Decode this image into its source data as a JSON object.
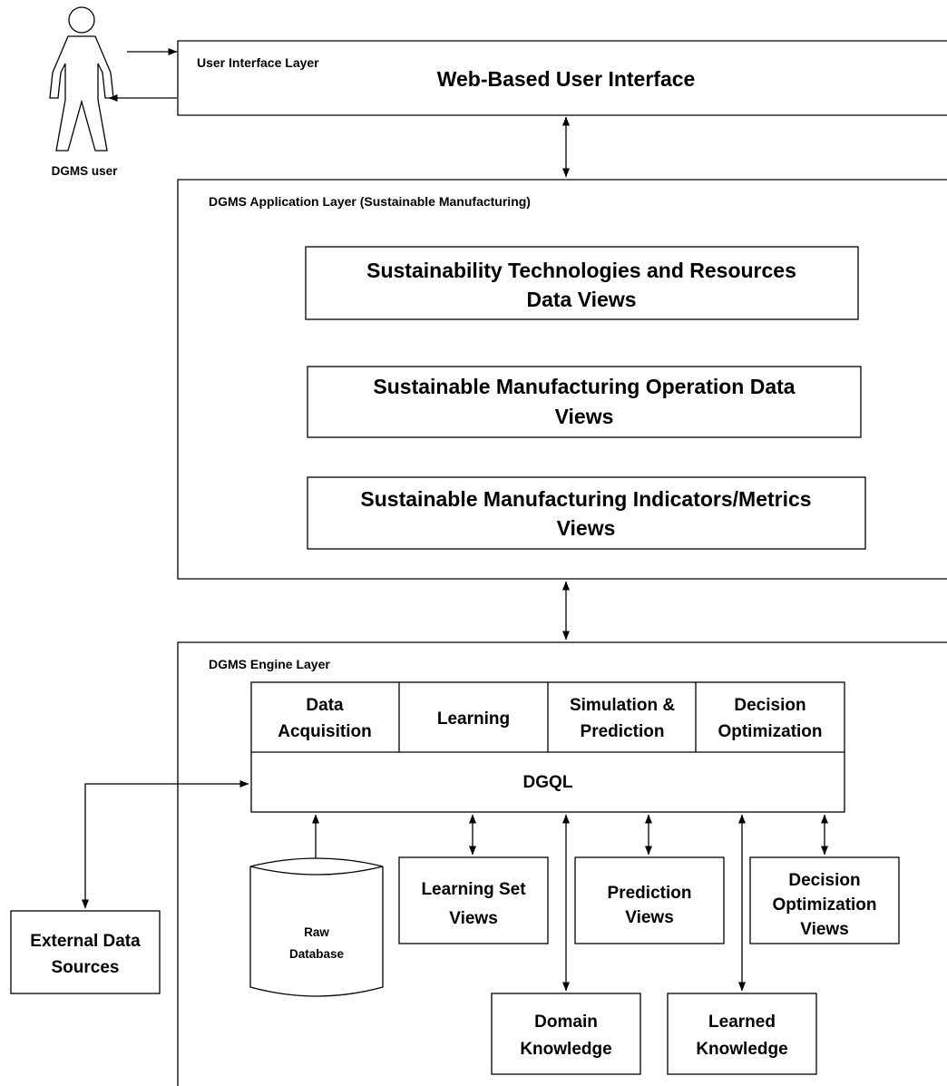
{
  "user": {
    "label": "DGMS user"
  },
  "ui_layer": {
    "label": "User Interface Layer",
    "title": "Web-Based User Interface"
  },
  "app_layer": {
    "label": "DGMS Application Layer (Sustainable Manufacturing)",
    "views": [
      {
        "line1": "Sustainability Technologies and Resources",
        "line2": "Data Views"
      },
      {
        "line1": "Sustainable Manufacturing Operation Data",
        "line2": "Views"
      },
      {
        "line1": "Sustainable Manufacturing Indicators/Metrics",
        "line2": "Views"
      }
    ]
  },
  "engine_layer": {
    "label": "DGMS Engine Layer",
    "modules": [
      {
        "line1": "Data",
        "line2": "Acquisition"
      },
      {
        "line1": "Learning",
        "line2": ""
      },
      {
        "line1": "Simulation &",
        "line2": "Prediction"
      },
      {
        "line1": "Decision",
        "line2": "Optimization"
      }
    ],
    "dgql": "DGQL"
  },
  "stores": {
    "raw_database": {
      "line1": "Raw",
      "line2": "Database"
    },
    "learning_set": {
      "line1": "Learning Set",
      "line2": "Views"
    },
    "prediction": {
      "line1": "Prediction",
      "line2": "Views"
    },
    "decision_opt": {
      "line1": "Decision",
      "line2": "Optimization",
      "line3": "Views"
    },
    "domain_knowledge": {
      "line1": "Domain",
      "line2": "Knowledge"
    },
    "learned_knowledge": {
      "line1": "Learned",
      "line2": "Knowledge"
    },
    "external_sources": {
      "line1": "External Data",
      "line2": "Sources"
    }
  },
  "colors": {
    "stroke": "#000000",
    "fill": "#ffffff",
    "text": "#000000"
  }
}
